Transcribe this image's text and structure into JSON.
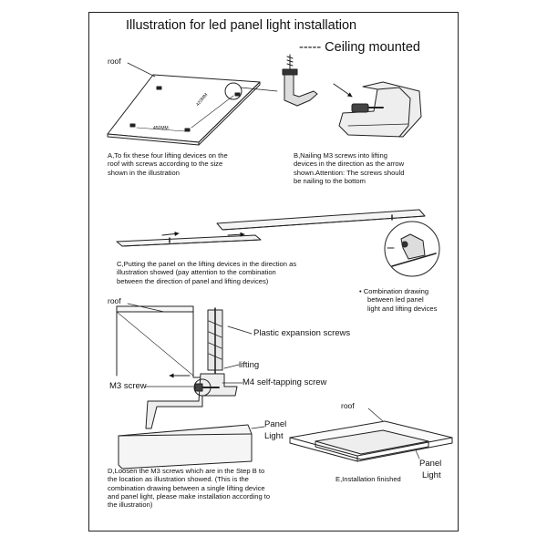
{
  "title": "Illustration for led panel light installation",
  "subtitle": "----- Ceiling mounted",
  "labels": {
    "roof_a": "roof",
    "dim_a": "450MM",
    "dim_b": "420MM",
    "roof_c": "roof",
    "plastic_screws": "Plastic expansion screws",
    "lifting": "lifting",
    "m3_screw": "M3  screw",
    "m4_screw": "M4 self-tapping screw",
    "panel_light_d_1": "Panel",
    "panel_light_d_2": "Light",
    "roof_e": "roof",
    "panel_light_e_1": "Panel",
    "panel_light_e_2": "Light"
  },
  "captions": {
    "a": [
      "A,To fix these four lifting devices on the",
      "roof with screws according to the size",
      "shown in the illustration"
    ],
    "b": [
      "B,Nailing M3 screws into lifting",
      "devices in the direction as the arrow",
      "shown.Attention: The screws should",
      "be nailing to the bottom"
    ],
    "c": [
      "C,Putting the panel on the lifting devices in the direction as",
      "illustration showed (pay attention to the combination",
      "between the direction of panel and lifting devices)"
    ],
    "combination": [
      "• Combination drawing",
      "between led panel",
      "light and lifting devices"
    ],
    "d": [
      "D,Loosen the M3 screws which are in the Step B to",
      "the location as illustration showed. (This is the",
      "combination drawing between a single lifting device",
      "and panel light, please make installation according to",
      "the illustration)"
    ],
    "e": "E,Installation finished"
  }
}
